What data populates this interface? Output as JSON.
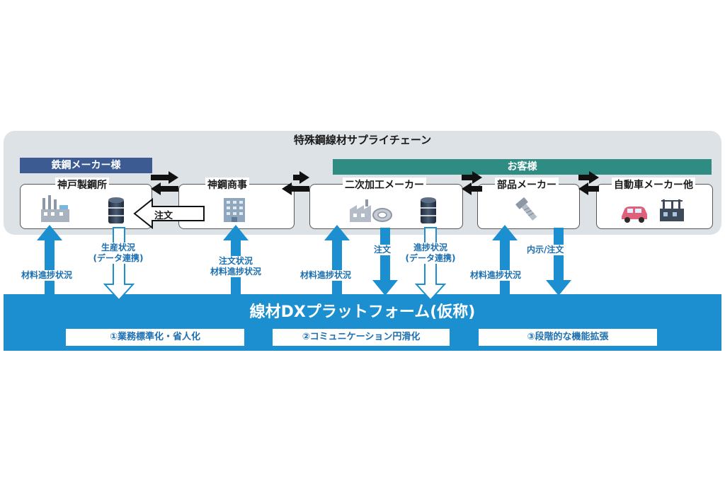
{
  "diagram": {
    "title": "特殊鋼線材サプライチェーン",
    "groups": {
      "steel_maker": "鉄鋼メーカー様",
      "customers": "お客様"
    },
    "nodes": {
      "kobe_steel": "神戸製鋼所",
      "shinko_shoji": "神鋼商事",
      "secondary_processor": "二次加工メーカー",
      "parts_maker": "部品メーカー",
      "auto_maker": "自動車メーカー他"
    },
    "order_arrow_label": "注文",
    "flows": {
      "material_progress": "材料進捗状況",
      "production_status": [
        "生産状況",
        "(データ連携)"
      ],
      "order_status": [
        "注文状況",
        "材料進捗状況"
      ],
      "order": "注文",
      "progress_status": [
        "進捗状況",
        "(データ連携)"
      ],
      "naiji_order": "内示/注文"
    },
    "platform": {
      "title": "線材DXプラットフォーム(仮称)",
      "features": [
        "①業務標準化・省人化",
        "②コミュニケーション円滑化",
        "③段階的な機能拡張"
      ]
    },
    "colors": {
      "accent_blue": "#1b8fcf",
      "steel_header": "#3b5b92",
      "customer_header": "#2f8c83",
      "panel_gray": "#dde2e6"
    }
  }
}
